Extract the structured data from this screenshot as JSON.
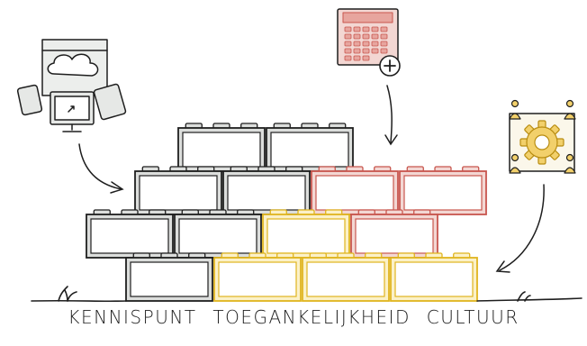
{
  "caption": "KENNISPUNT TOEGANKELIJKHEID CULTUUR",
  "colors": {
    "ink": "#1e1e1e",
    "grey_fill": "#dcdedc",
    "red_fill": "#f3d7d3",
    "red_stroke": "#c8564e",
    "yellow_fill": "#fbf1c8",
    "yellow_stroke": "#e0b51e",
    "device_fill": "#e6e8e6"
  },
  "bricks": [
    {
      "row": 1,
      "index": 0,
      "color": "grey"
    },
    {
      "row": 1,
      "index": 1,
      "color": "grey"
    },
    {
      "row": 2,
      "index": 0,
      "color": "grey"
    },
    {
      "row": 2,
      "index": 1,
      "color": "grey"
    },
    {
      "row": 2,
      "index": 2,
      "color": "red"
    },
    {
      "row": 2,
      "index": 3,
      "color": "red"
    },
    {
      "row": 3,
      "index": 0,
      "color": "grey"
    },
    {
      "row": 3,
      "index": 1,
      "color": "grey"
    },
    {
      "row": 3,
      "index": 2,
      "color": "yellow"
    },
    {
      "row": 3,
      "index": 3,
      "color": "red"
    },
    {
      "row": 4,
      "index": 0,
      "color": "grey"
    },
    {
      "row": 4,
      "index": 1,
      "color": "yellow"
    },
    {
      "row": 4,
      "index": 2,
      "color": "yellow"
    },
    {
      "row": 4,
      "index": 3,
      "color": "yellow"
    }
  ],
  "icons": [
    "cloud-devices-icon",
    "calendar-plus-icon",
    "gear-network-icon"
  ]
}
